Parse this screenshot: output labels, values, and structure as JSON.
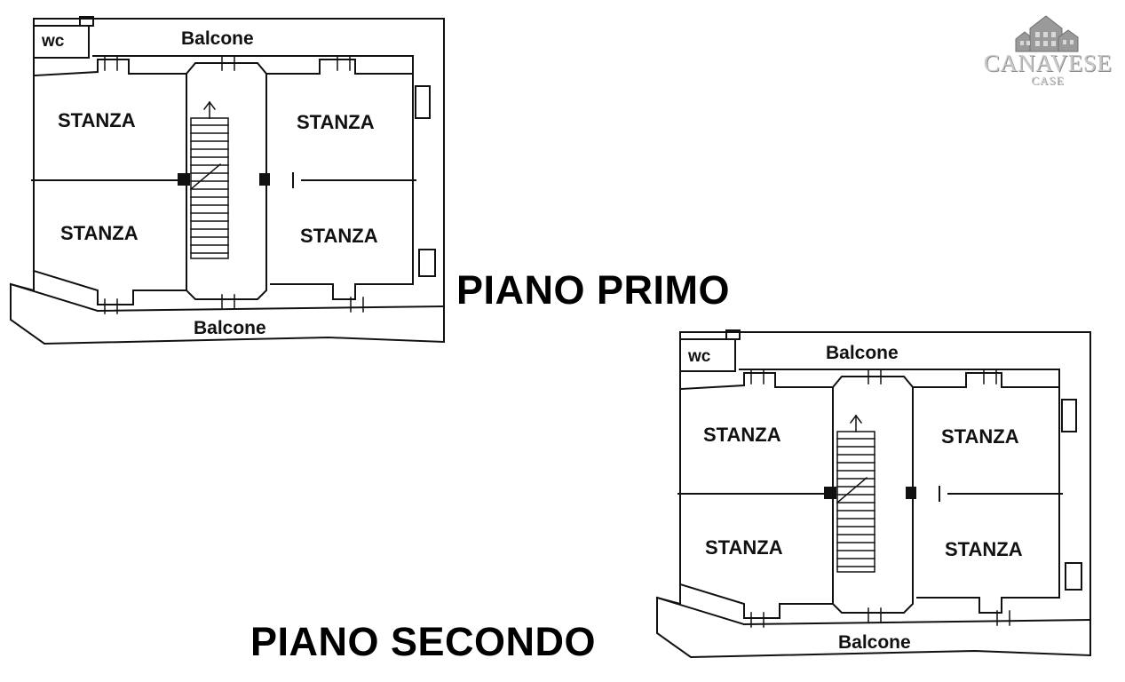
{
  "logo": {
    "brand": "CANAVESE",
    "sub": "CASE",
    "icon": "houses-icon"
  },
  "plans": [
    {
      "title": "PIANO PRIMO",
      "labels": {
        "wc": "wc",
        "balcony_top": "Balcone",
        "balcony_bottom": "Balcone",
        "room_top_left": "STANZA",
        "room_top_right": "STANZA",
        "room_bottom_left": "STANZA",
        "room_bottom_right": "STANZA"
      }
    },
    {
      "title": "PIANO SECONDO",
      "labels": {
        "wc": "wc",
        "balcony_top": "Balcone",
        "balcony_bottom": "Balcone",
        "room_top_left": "STANZA",
        "room_top_right": "STANZA",
        "room_bottom_left": "STANZA",
        "room_bottom_right": "STANZA"
      }
    }
  ]
}
